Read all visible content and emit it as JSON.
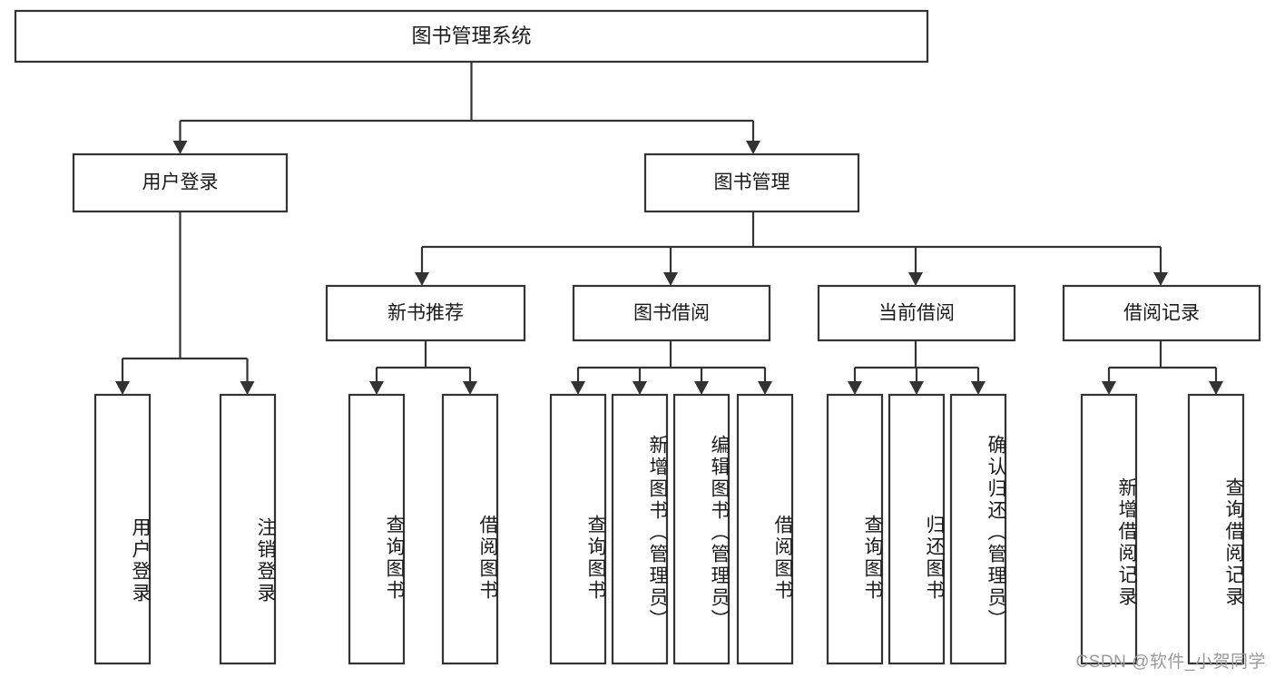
{
  "diagram": {
    "title": "图书管理系统",
    "type": "tree",
    "watermark": "CSDN @软件_小贺同学",
    "colors": {
      "box_stroke": "#333333",
      "box_fill": "#ffffff",
      "text": "#1a1a1a",
      "connector": "#333333",
      "watermark": "#9a9a9a",
      "background": "#ffffff"
    },
    "root": {
      "id": "root",
      "label": "图书管理系统",
      "orientation": "horizontal"
    },
    "level2": [
      {
        "id": "user-login",
        "label": "用户登录",
        "orientation": "horizontal"
      },
      {
        "id": "book-manage",
        "label": "图书管理",
        "orientation": "horizontal"
      }
    ],
    "level3": [
      {
        "id": "new-book-recommend",
        "label": "新书推荐",
        "orientation": "horizontal",
        "parent": "book-manage"
      },
      {
        "id": "book-borrow",
        "label": "图书借阅",
        "orientation": "horizontal",
        "parent": "book-manage"
      },
      {
        "id": "current-borrow",
        "label": "当前借阅",
        "orientation": "horizontal",
        "parent": "book-manage"
      },
      {
        "id": "borrow-record",
        "label": "借阅记录",
        "orientation": "horizontal",
        "parent": "book-manage"
      }
    ],
    "leaves": [
      {
        "id": "leaf-user-login",
        "label": "用户登录",
        "orientation": "vertical",
        "parent": "user-login"
      },
      {
        "id": "leaf-logout-login",
        "label": "注销登录",
        "orientation": "vertical",
        "parent": "user-login"
      },
      {
        "id": "leaf-query-book-1",
        "label": "查询图书",
        "orientation": "vertical",
        "parent": "new-book-recommend"
      },
      {
        "id": "leaf-borrow-book-1",
        "label": "借阅图书",
        "orientation": "vertical",
        "parent": "new-book-recommend"
      },
      {
        "id": "leaf-query-book-2",
        "label": "查询图书",
        "orientation": "vertical",
        "parent": "book-borrow"
      },
      {
        "id": "leaf-add-book",
        "label": "新增图书（管理员）",
        "orientation": "vertical",
        "parent": "book-borrow"
      },
      {
        "id": "leaf-edit-book",
        "label": "编辑图书（管理员）",
        "orientation": "vertical",
        "parent": "book-borrow"
      },
      {
        "id": "leaf-borrow-book-2",
        "label": "借阅图书",
        "orientation": "vertical",
        "parent": "book-borrow"
      },
      {
        "id": "leaf-query-book-3",
        "label": "查询图书",
        "orientation": "vertical",
        "parent": "current-borrow"
      },
      {
        "id": "leaf-return-book",
        "label": "归还图书",
        "orientation": "vertical",
        "parent": "current-borrow"
      },
      {
        "id": "leaf-confirm-return",
        "label": "确认归还（管理员）",
        "orientation": "vertical",
        "parent": "current-borrow"
      },
      {
        "id": "leaf-add-record",
        "label": "新增借阅记录",
        "orientation": "vertical",
        "parent": "borrow-record"
      },
      {
        "id": "leaf-query-record",
        "label": "查询借阅记录",
        "orientation": "vertical",
        "parent": "borrow-record"
      }
    ]
  }
}
